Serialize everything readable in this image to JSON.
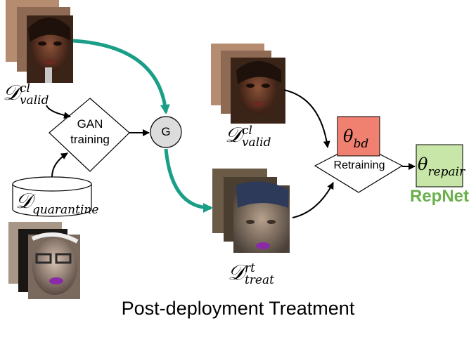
{
  "nodes": {
    "gan": {
      "line1": "GAN",
      "line2": "training"
    },
    "generator": "G",
    "retraining": "Retraining",
    "theta_bd": {
      "sym": "θ",
      "sub": "bd"
    },
    "theta_repair": {
      "sym": "θ",
      "sub": "repair"
    },
    "repnet": "RepNet"
  },
  "datasets": {
    "valid_left": {
      "sym": "𝒟",
      "sup": "cl",
      "sub": "valid"
    },
    "valid_right": {
      "sym": "𝒟",
      "sup": "cl",
      "sub": "valid"
    },
    "quarantine": {
      "sym": "𝒟",
      "sub": "quarantine"
    },
    "treat": {
      "sym": "𝒟",
      "sup": "rt",
      "sub": "treat"
    }
  },
  "caption": "Post-deployment Treatment",
  "colors": {
    "teal_arrow": "#1a9e88",
    "theta_bd_fill": "#f08070",
    "theta_repair_fill": "#c8e6a8",
    "repnet_text": "#6ab04c",
    "generator_fill": "#dcdcdc"
  },
  "icons": [
    "face-photo-stack-icon",
    "database-cylinder-icon"
  ]
}
